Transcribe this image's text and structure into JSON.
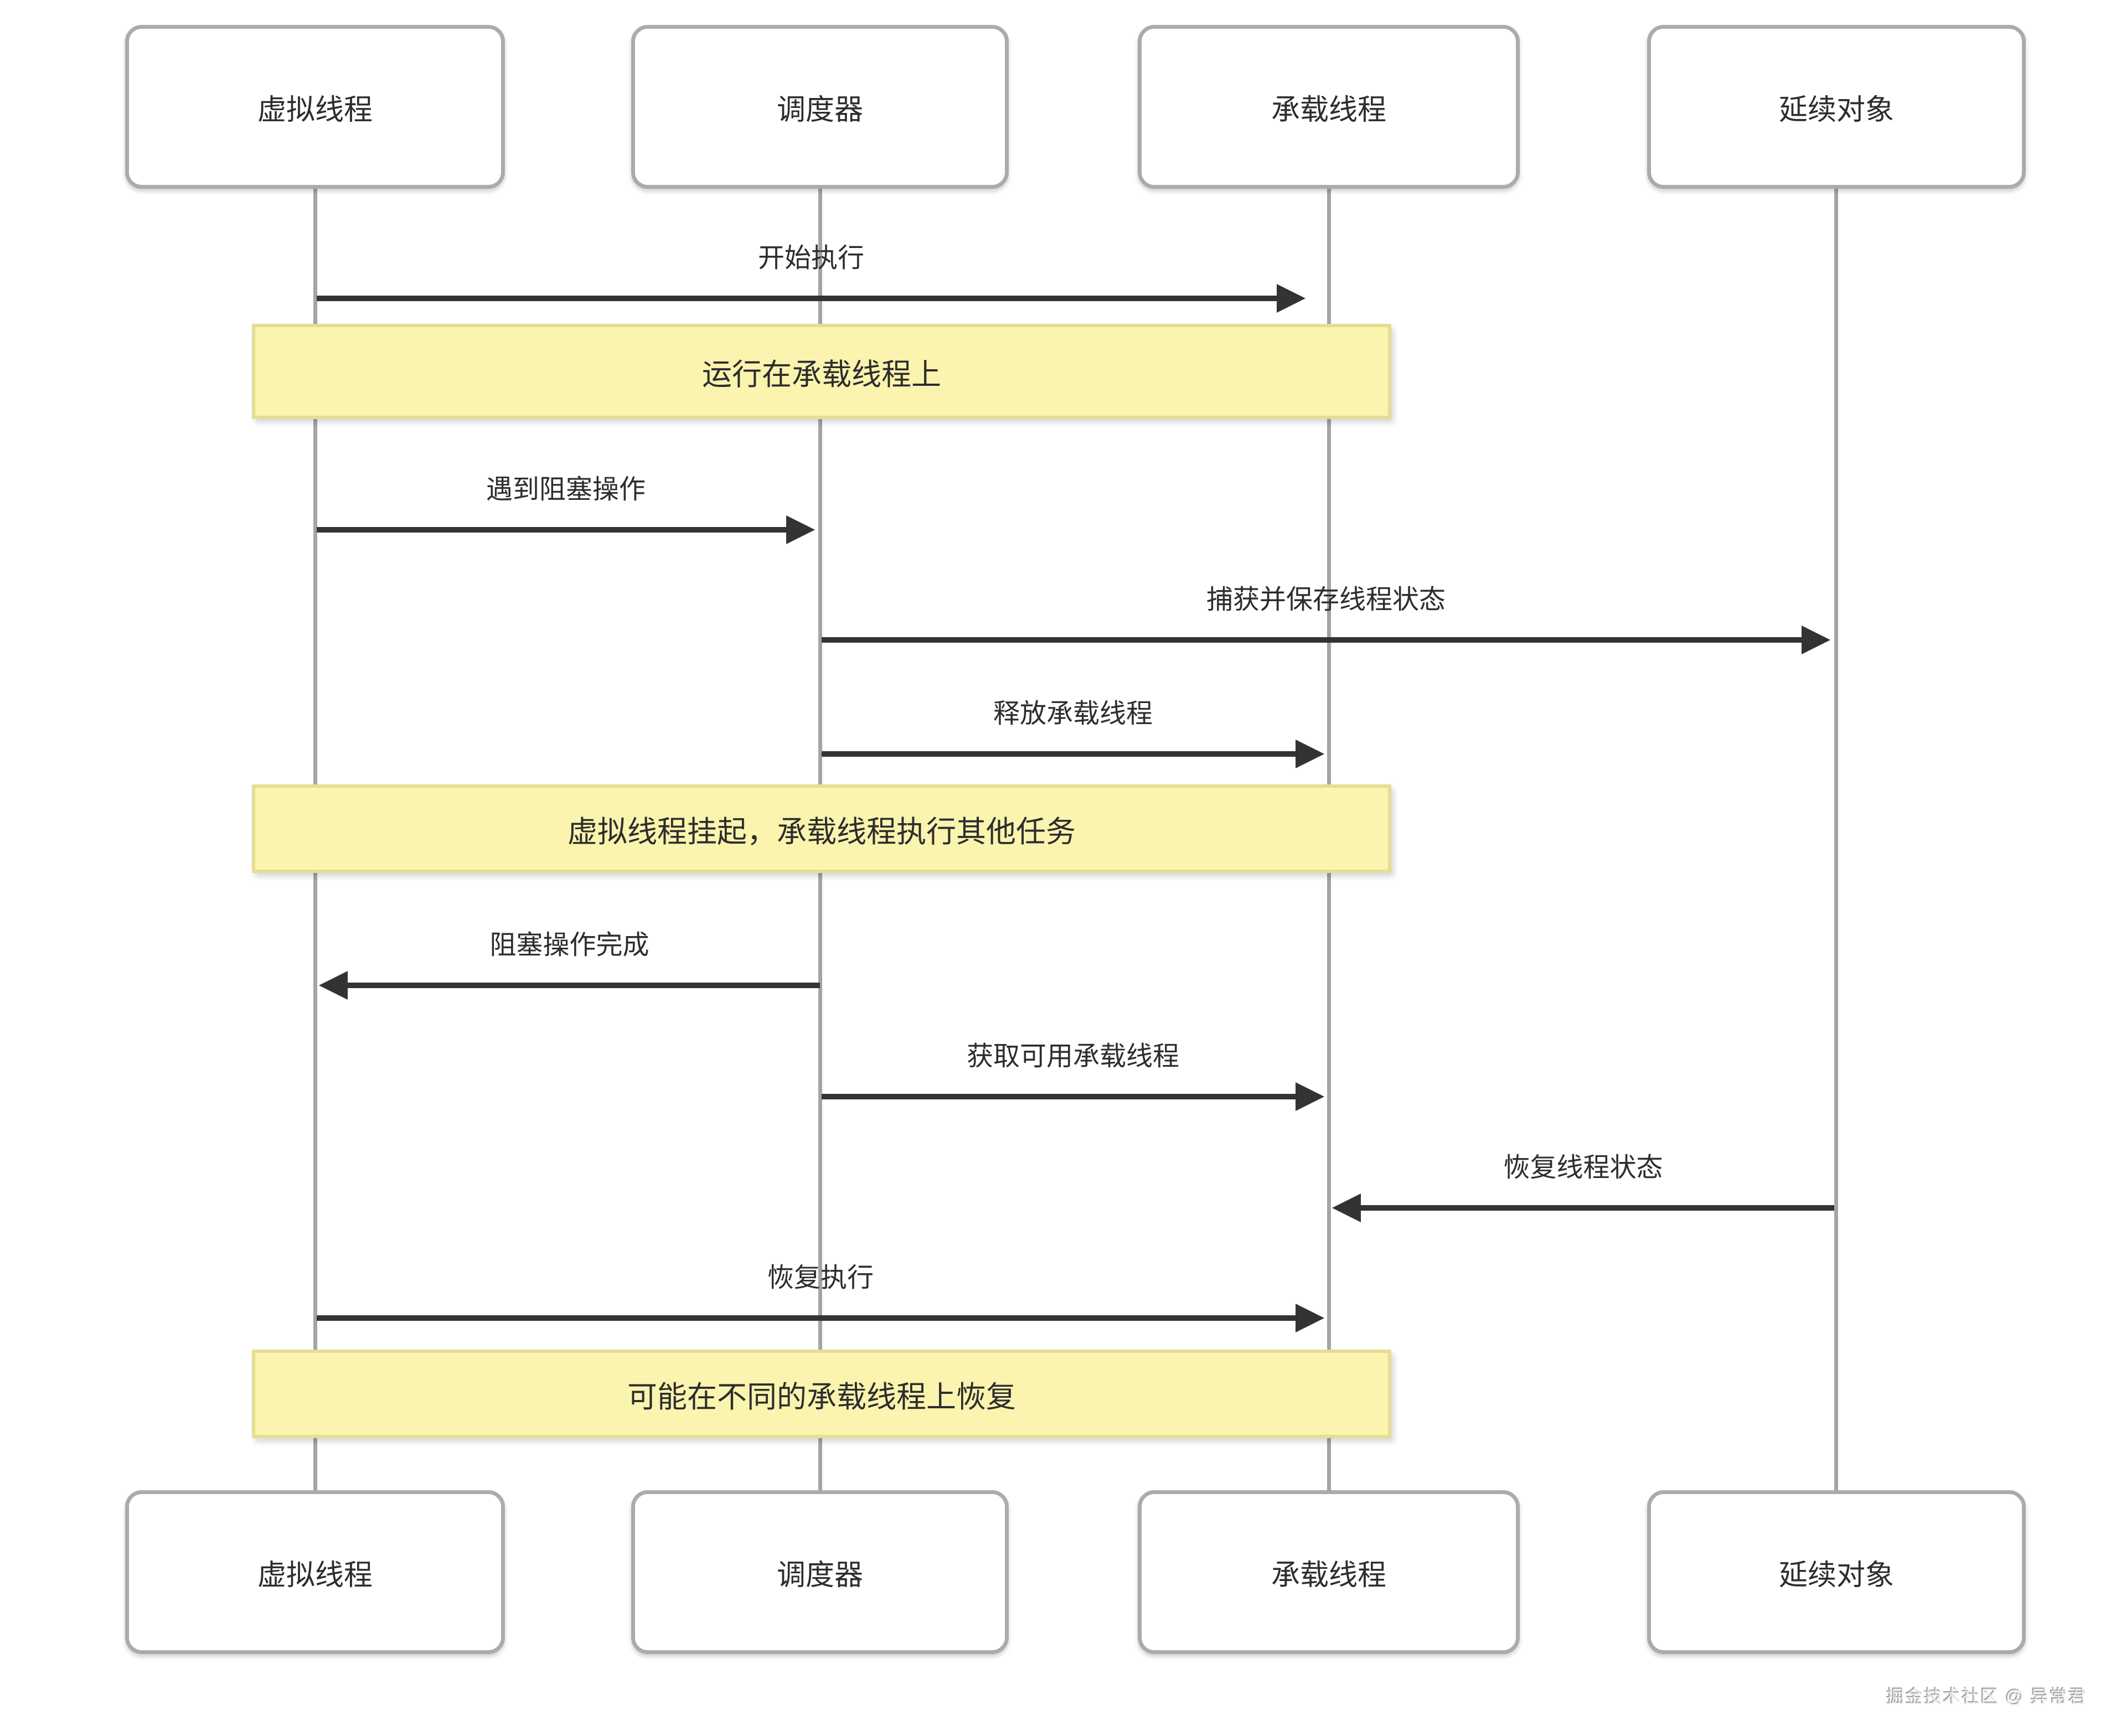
{
  "diagram": {
    "participants": [
      {
        "label": "虚拟线程"
      },
      {
        "label": "调度器"
      },
      {
        "label": "承载线程"
      },
      {
        "label": "延续对象"
      }
    ],
    "messages": [
      {
        "label": "开始执行",
        "from": "虚拟线程",
        "to": "承载线程",
        "direction": "right"
      },
      {
        "label": "遇到阻塞操作",
        "from": "虚拟线程",
        "to": "调度器",
        "direction": "right"
      },
      {
        "label": "捕获并保存线程状态",
        "from": "调度器",
        "to": "延续对象",
        "direction": "right"
      },
      {
        "label": "释放承载线程",
        "from": "调度器",
        "to": "承载线程",
        "direction": "right"
      },
      {
        "label": "阻塞操作完成",
        "from": "调度器",
        "to": "虚拟线程",
        "direction": "left"
      },
      {
        "label": "获取可用承载线程",
        "from": "调度器",
        "to": "承载线程",
        "direction": "right"
      },
      {
        "label": "恢复线程状态",
        "from": "延续对象",
        "to": "承载线程",
        "direction": "left"
      },
      {
        "label": "恢复执行",
        "from": "虚拟线程",
        "to": "承载线程",
        "direction": "right"
      }
    ],
    "notes": [
      {
        "label": "运行在承载线程上"
      },
      {
        "label": "虚拟线程挂起，承载线程执行其他任务"
      },
      {
        "label": "可能在不同的承载线程上恢复"
      }
    ],
    "watermark": "掘金技术社区 @ 异常君",
    "colors": {
      "box_border": "#ababab",
      "lifeline": "#a4a4a4",
      "arrow": "#333333",
      "note_bg": "#fbf4af",
      "note_border": "#e5dd94",
      "text": "#2d2d2d"
    }
  }
}
